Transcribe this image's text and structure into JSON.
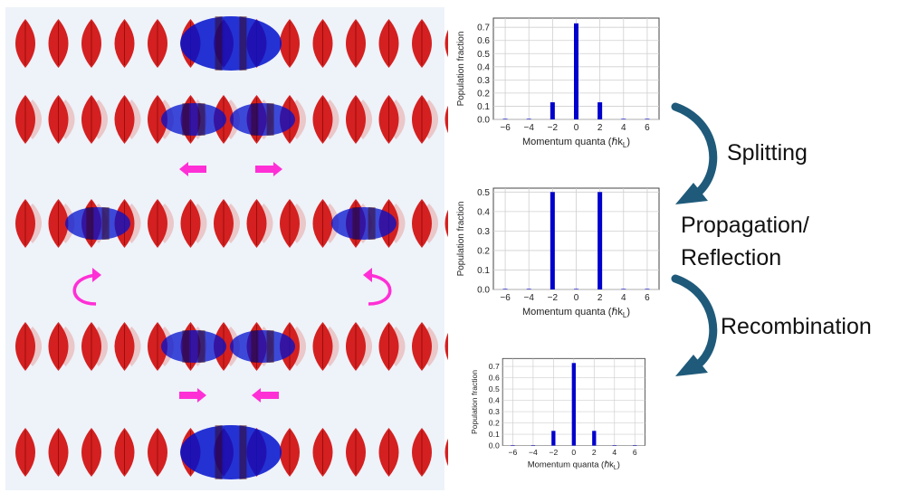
{
  "colors": {
    "lattice": "#d42020",
    "lattice_ghost": "#e8b8b8",
    "wavepacket": "#0010cc",
    "motion_arrow": "#ff2fd6",
    "bar": "#0000cc",
    "step_arrow": "#1f5a7a",
    "panel_bg": "#eef2f9"
  },
  "steps": {
    "splitting": "Splitting",
    "propagation": "Propagation/",
    "reflection": "Reflection",
    "recombination": "Recombination"
  },
  "chart_data": [
    {
      "type": "bar",
      "x": [
        -6,
        -4,
        -2,
        0,
        2,
        4,
        6
      ],
      "values": [
        0.0,
        0.003,
        0.13,
        0.73,
        0.13,
        0.003,
        0.0
      ],
      "xlabel": "Momentum quanta (ℏk",
      "xlabel_sub": "L",
      "xlabel_close": ")",
      "ylabel": "Population fraction",
      "xticks": [
        "−6",
        "−4",
        "−2",
        "0",
        "2",
        "4",
        "6"
      ],
      "yticks": [
        "0.0",
        "0.1",
        "0.2",
        "0.3",
        "0.4",
        "0.5",
        "0.6",
        "0.7"
      ],
      "ytick_values": [
        0,
        0.1,
        0.2,
        0.3,
        0.4,
        0.5,
        0.6,
        0.7
      ],
      "ylim": [
        0,
        0.77
      ],
      "xlim": [
        -7,
        7
      ],
      "grid": true
    },
    {
      "type": "bar",
      "x": [
        -6,
        -4,
        -2,
        0,
        2,
        4,
        6
      ],
      "values": [
        0.0,
        0.0,
        0.5,
        0.0,
        0.5,
        0.0,
        0.0
      ],
      "xlabel": "Momentum quanta (ℏk",
      "xlabel_sub": "L",
      "xlabel_close": ")",
      "ylabel": "Population fraction",
      "xticks": [
        "−6",
        "−4",
        "−2",
        "0",
        "2",
        "4",
        "6"
      ],
      "yticks": [
        "0.0",
        "0.1",
        "0.2",
        "0.3",
        "0.4",
        "0.5"
      ],
      "ytick_values": [
        0,
        0.1,
        0.2,
        0.3,
        0.4,
        0.5
      ],
      "ylim": [
        0,
        0.52
      ],
      "xlim": [
        -7,
        7
      ],
      "grid": true
    },
    {
      "type": "bar",
      "x": [
        -6,
        -4,
        -2,
        0,
        2,
        4,
        6
      ],
      "values": [
        0.0,
        0.003,
        0.13,
        0.73,
        0.13,
        0.003,
        0.0
      ],
      "xlabel": "Momentum quanta (ℏk",
      "xlabel_sub": "L",
      "xlabel_close": ")",
      "ylabel": "Population fraction",
      "xticks": [
        "−6",
        "−4",
        "−2",
        "0",
        "2",
        "4",
        "6"
      ],
      "yticks": [
        "0.0",
        "0.1",
        "0.2",
        "0.3",
        "0.4",
        "0.5",
        "0.6",
        "0.7"
      ],
      "ytick_values": [
        0,
        0.1,
        0.2,
        0.3,
        0.4,
        0.5,
        0.6,
        0.7
      ],
      "ylim": [
        0,
        0.77
      ],
      "xlim": [
        -7,
        7
      ],
      "grid": true
    }
  ]
}
